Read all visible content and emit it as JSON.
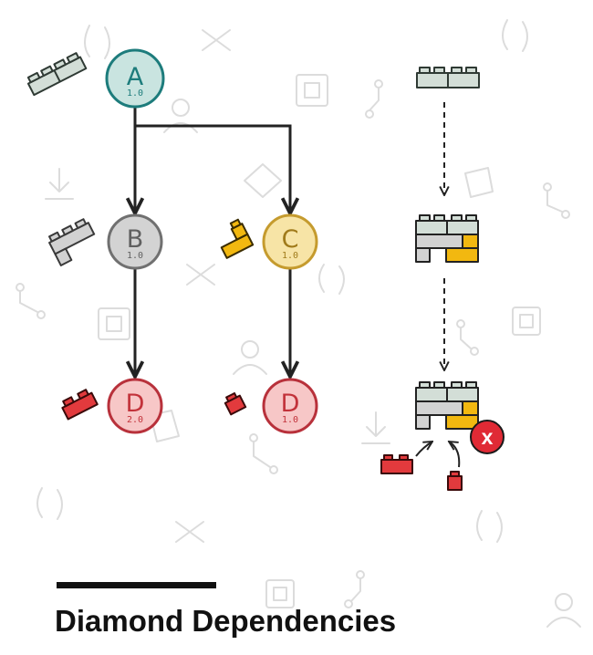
{
  "title": "Diamond Dependencies",
  "nodes": {
    "a": {
      "letter": "A",
      "version": "1.0"
    },
    "b": {
      "letter": "B",
      "version": "1.0"
    },
    "c": {
      "letter": "C",
      "version": "1.0"
    },
    "d2": {
      "letter": "D",
      "version": "2.0"
    },
    "d1": {
      "letter": "D",
      "version": "1.0"
    }
  },
  "conflict_mark": "x",
  "colors": {
    "teal_fill": "#c9e4e0",
    "teal_stroke": "#1d7c7c",
    "gray_fill": "#d3d3d3",
    "gray_stroke": "#707070",
    "yellow_fill": "#f7e4a6",
    "yellow_stroke": "#c59b2e",
    "red_fill": "#f7c7c7",
    "red_stroke": "#b8313b",
    "brick_sage": "#d3ded7",
    "brick_yellow": "#f2b810",
    "brick_red": "#e23a3d",
    "brick_gray": "#d2d2d2",
    "conflict": "#e02a35"
  }
}
